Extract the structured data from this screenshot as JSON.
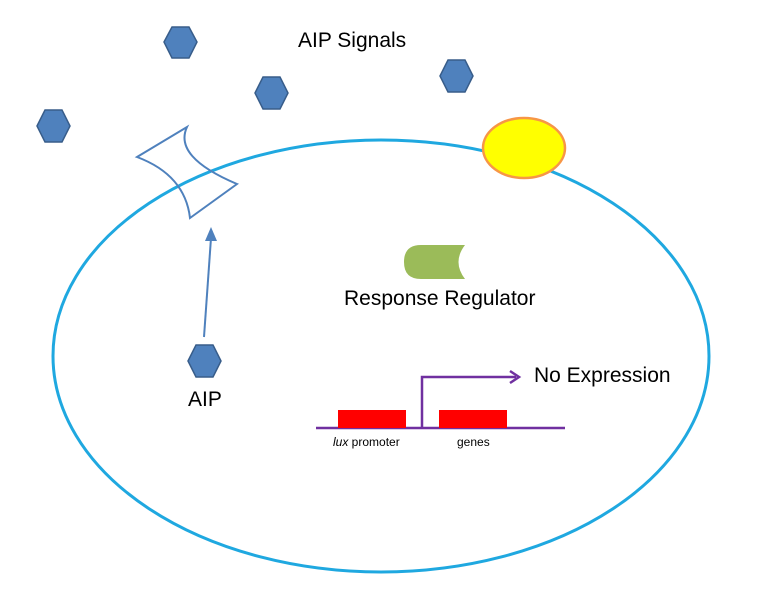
{
  "title": "AIP Signals",
  "labels": {
    "aip": "AIP",
    "response_regulator": "Response Regulator",
    "no_expression": "No Expression",
    "promoter_italic": "lux",
    "promoter_rest": " promoter",
    "genes": "genes"
  },
  "colors": {
    "hexagon_fill": "#4F81BD",
    "hexagon_stroke": "#385D8A",
    "cell_membrane": "#1FA8E0",
    "receptor": "#4F81BD",
    "arrow": "#4F81BD",
    "yellow_body_fill": "#FFFF00",
    "yellow_body_stroke": "#F79646",
    "response_regulator": "#9BBB59",
    "dna_line": "#7030A0",
    "gene_box": "#FF0000"
  },
  "icons": {
    "signal_molecule": "hexagon",
    "receptor": "concave-square-receptor",
    "membrane_body": "yellow-ellipse",
    "response_regulator": "pacman-shape"
  }
}
